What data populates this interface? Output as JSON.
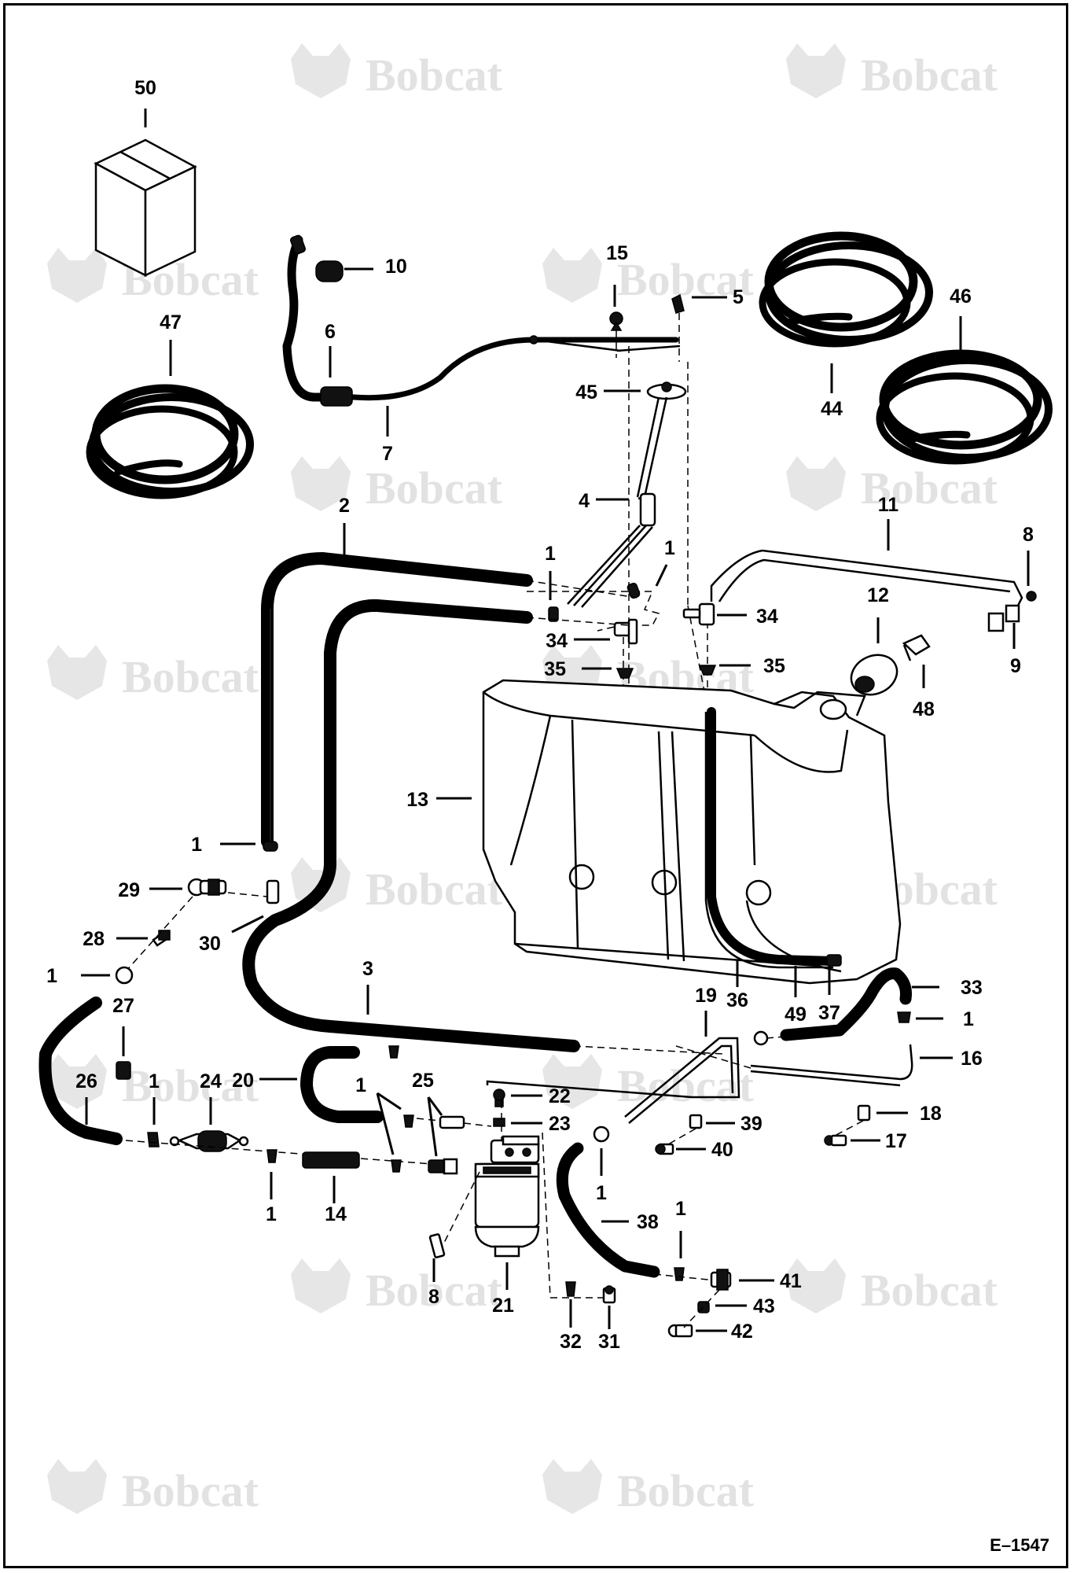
{
  "brand": {
    "watermark": "Bobcat"
  },
  "drawing_code": "E–1547",
  "callouts": [
    {
      "id": "50",
      "label": "50"
    },
    {
      "id": "10",
      "label": "10"
    },
    {
      "id": "15",
      "label": "15"
    },
    {
      "id": "5",
      "label": "5"
    },
    {
      "id": "46",
      "label": "46"
    },
    {
      "id": "47",
      "label": "47"
    },
    {
      "id": "6",
      "label": "6"
    },
    {
      "id": "45",
      "label": "45"
    },
    {
      "id": "7",
      "label": "7"
    },
    {
      "id": "44",
      "label": "44"
    },
    {
      "id": "2",
      "label": "2"
    },
    {
      "id": "4",
      "label": "4"
    },
    {
      "id": "11",
      "label": "11"
    },
    {
      "id": "8a",
      "label": "8"
    },
    {
      "id": "1a",
      "label": "1"
    },
    {
      "id": "1b",
      "label": "1"
    },
    {
      "id": "34a",
      "label": "34"
    },
    {
      "id": "34b",
      "label": "34"
    },
    {
      "id": "12",
      "label": "12"
    },
    {
      "id": "35a",
      "label": "35"
    },
    {
      "id": "35b",
      "label": "35"
    },
    {
      "id": "9",
      "label": "9"
    },
    {
      "id": "48",
      "label": "48"
    },
    {
      "id": "13",
      "label": "13"
    },
    {
      "id": "1c",
      "label": "1"
    },
    {
      "id": "29",
      "label": "29"
    },
    {
      "id": "30",
      "label": "30"
    },
    {
      "id": "28",
      "label": "28"
    },
    {
      "id": "1d",
      "label": "1"
    },
    {
      "id": "3",
      "label": "3"
    },
    {
      "id": "33",
      "label": "33"
    },
    {
      "id": "27",
      "label": "27"
    },
    {
      "id": "19",
      "label": "19"
    },
    {
      "id": "36",
      "label": "36"
    },
    {
      "id": "49",
      "label": "49"
    },
    {
      "id": "37",
      "label": "37"
    },
    {
      "id": "1e",
      "label": "1"
    },
    {
      "id": "16",
      "label": "16"
    },
    {
      "id": "26",
      "label": "26"
    },
    {
      "id": "1f",
      "label": "1"
    },
    {
      "id": "24",
      "label": "24"
    },
    {
      "id": "20",
      "label": "20"
    },
    {
      "id": "1g",
      "label": "1"
    },
    {
      "id": "25",
      "label": "25"
    },
    {
      "id": "22",
      "label": "22"
    },
    {
      "id": "18",
      "label": "18"
    },
    {
      "id": "23",
      "label": "23"
    },
    {
      "id": "39",
      "label": "39"
    },
    {
      "id": "17",
      "label": "17"
    },
    {
      "id": "40",
      "label": "40"
    },
    {
      "id": "1h",
      "label": "1"
    },
    {
      "id": "1i",
      "label": "1"
    },
    {
      "id": "14",
      "label": "14"
    },
    {
      "id": "38",
      "label": "38"
    },
    {
      "id": "1j",
      "label": "1"
    },
    {
      "id": "8b",
      "label": "8"
    },
    {
      "id": "21",
      "label": "21"
    },
    {
      "id": "41",
      "label": "41"
    },
    {
      "id": "43",
      "label": "43"
    },
    {
      "id": "32",
      "label": "32"
    },
    {
      "id": "31",
      "label": "31"
    },
    {
      "id": "42",
      "label": "42"
    }
  ]
}
